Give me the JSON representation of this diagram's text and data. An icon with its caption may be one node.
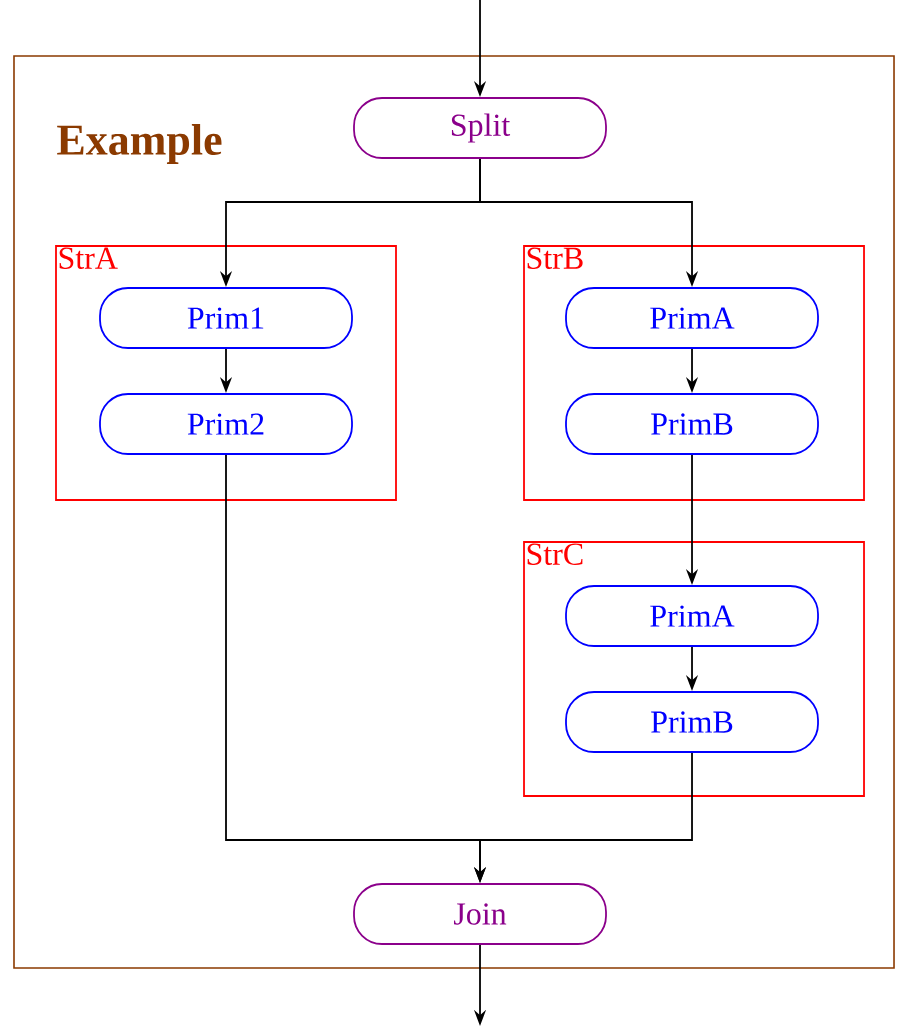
{
  "diagram": {
    "nodes": [
      {
        "text": [
          "Example"
        ]
      },
      {
        "text": [
          "Split"
        ],
        "in": 0
      },
      {
        "text": [
          "StrA"
        ],
        "in": 0
      },
      {
        "text": [
          "Prim1"
        ],
        "in": 2
      },
      {
        "text": [
          "Prim2"
        ],
        "in": 2
      },
      {
        "text": [
          "StrB"
        ],
        "in": 0
      },
      {
        "text": [
          "PrimA"
        ],
        "in": 5
      },
      {
        "text": [
          "PrimB"
        ],
        "in": 5
      },
      {
        "text": [
          "StrC"
        ],
        "in": 0
      },
      {
        "text": [
          "PrimA"
        ],
        "in": 8
      },
      {
        "text": [
          "PrimB"
        ],
        "in": 8
      },
      {
        "text": [
          "Join"
        ],
        "in": 0
      }
    ],
    "edges": [
      {
        "from": null,
        "to": 1,
        "arrow": "to"
      },
      {
        "from": 1,
        "to": 3,
        "arrow": "to"
      },
      {
        "from": 1,
        "to": 6,
        "arrow": "to"
      },
      {
        "from": 3,
        "to": 4,
        "arrow": "to"
      },
      {
        "from": 6,
        "to": 7,
        "arrow": "to"
      },
      {
        "from": 7,
        "to": 9,
        "arrow": "to"
      },
      {
        "from": 9,
        "to": 10,
        "arrow": "to"
      },
      {
        "from": 4,
        "to": 11,
        "arrow": "to"
      },
      {
        "from": 10,
        "to": 11,
        "arrow": "to"
      },
      {
        "from": 11,
        "to": null,
        "arrow": "to"
      }
    ]
  }
}
